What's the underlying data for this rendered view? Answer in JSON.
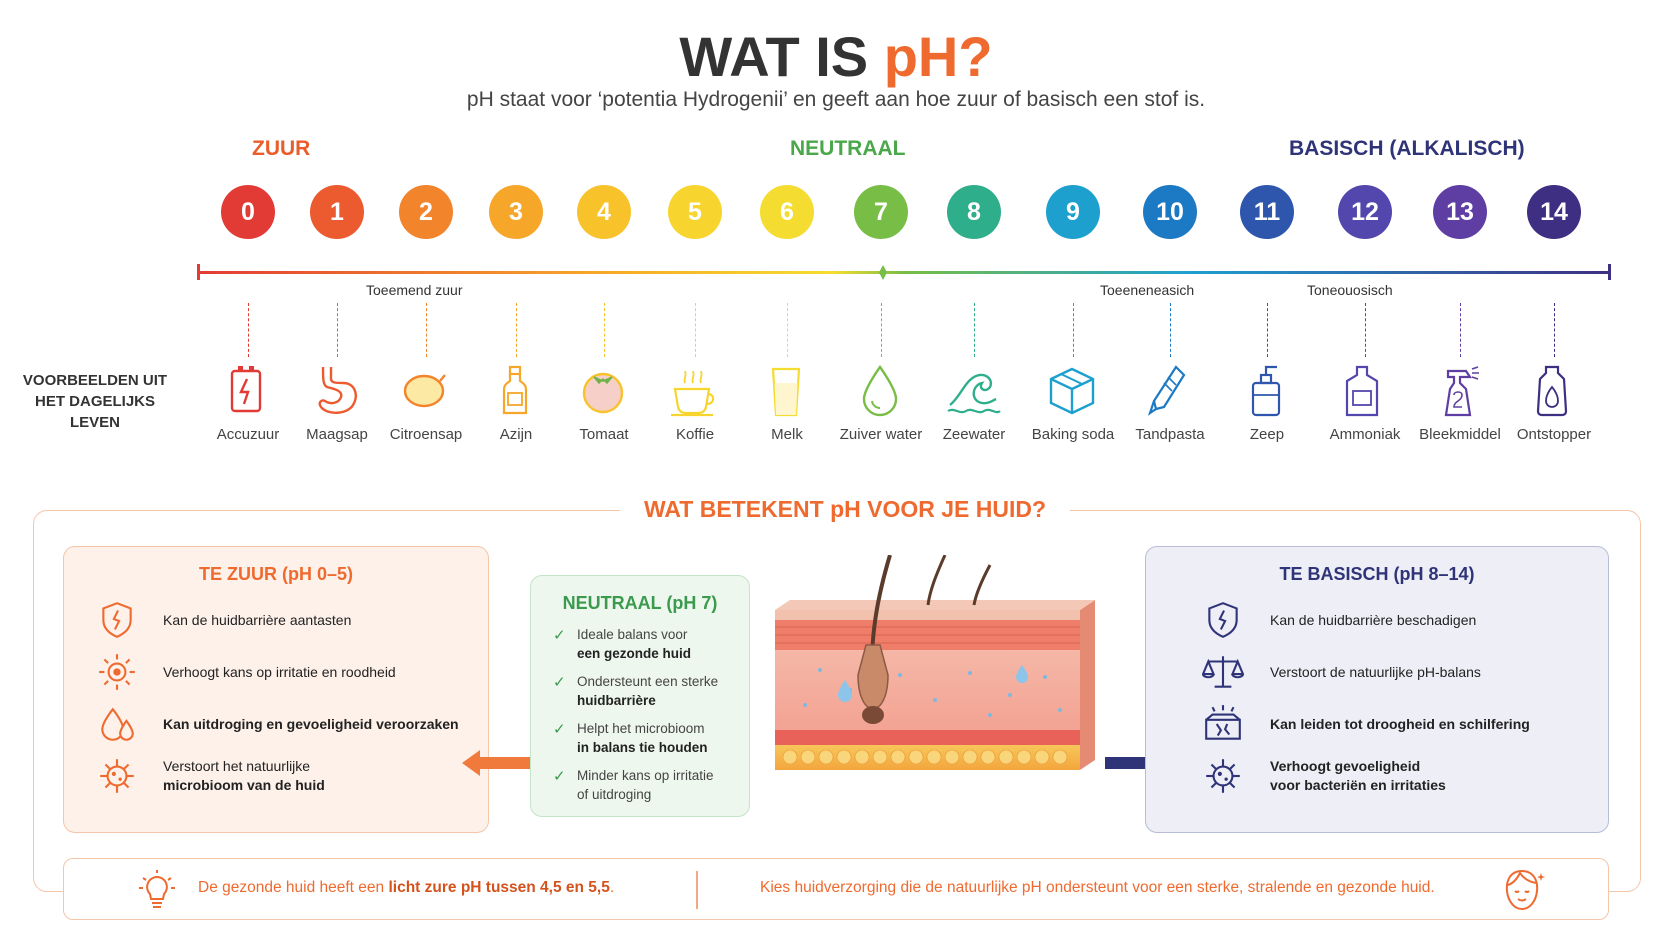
{
  "header": {
    "title_main": "WAT IS ",
    "title_accent": "pH?",
    "subtitle": "pH staat voor ‘potentia Hydrogenii’ en geeft aan hoe zuur of basisch een stof is."
  },
  "categories": {
    "acid": "ZUUR",
    "neutral": "NEUTRAAL",
    "base": "BASISCH (ALKALISCH)"
  },
  "trends": {
    "acid": "Toeemend zuur",
    "base1": "Toeeneneasich",
    "base2": "Toneouosisch"
  },
  "examples_label": "VOORBEELDEN UIT HET DAGELIJKS LEVEN",
  "scale": [
    {
      "ph": "0",
      "color": "#e23b35",
      "example": "Accuzuur",
      "icon": "battery-icon"
    },
    {
      "ph": "1",
      "color": "#ec5a30",
      "example": "Maagsap",
      "icon": "stomach-icon"
    },
    {
      "ph": "2",
      "color": "#f2842c",
      "example": "Citroensap",
      "icon": "lemon-icon"
    },
    {
      "ph": "3",
      "color": "#f6a628",
      "example": "Azijn",
      "icon": "bottle-icon"
    },
    {
      "ph": "4",
      "color": "#f8c22a",
      "example": "Tomaat",
      "icon": "tomato-icon"
    },
    {
      "ph": "5",
      "color": "#f8d42e",
      "example": "Koffie",
      "icon": "coffee-icon"
    },
    {
      "ph": "6",
      "color": "#f4dd30",
      "example": "Melk",
      "icon": "milk-glass-icon"
    },
    {
      "ph": "7",
      "color": "#78bd45",
      "example": "Zuiver water",
      "icon": "water-drop-icon"
    },
    {
      "ph": "8",
      "color": "#2fae8c",
      "example": "Zeewater",
      "icon": "wave-icon"
    },
    {
      "ph": "9",
      "color": "#1ea0cf",
      "example": "Baking soda",
      "icon": "box-icon"
    },
    {
      "ph": "10",
      "color": "#1c79c3",
      "example": "Tandpasta",
      "icon": "toothpaste-icon"
    },
    {
      "ph": "11",
      "color": "#2e56ad",
      "example": "Zeep",
      "icon": "soap-pump-icon"
    },
    {
      "ph": "12",
      "color": "#5347ad",
      "example": "Ammoniak",
      "icon": "jug-icon"
    },
    {
      "ph": "13",
      "color": "#5e3ea2",
      "example": "Bleekmiddel",
      "icon": "spray-bottle-icon"
    },
    {
      "ph": "14",
      "color": "#3f2f82",
      "example": "Ontstopper",
      "icon": "drain-cleaner-icon"
    }
  ],
  "skin": {
    "title": "WAT BETEKENT pH VOOR JE HUID?",
    "acid": {
      "title": "TE ZUUR (pH 0–5)",
      "items": [
        {
          "icon": "cracked-shield-icon",
          "text": "Kan de huidbarrière aantasten"
        },
        {
          "icon": "irritation-icon",
          "text": "Verhoogt kans op irritatie en roodheid"
        },
        {
          "icon": "droplets-icon",
          "text": "Kan uitdroging en gevoeligheid veroorzaken"
        },
        {
          "icon": "microbe-icon",
          "text": "Verstoort het natuurlijke",
          "text2": "microbioom van de huid"
        }
      ]
    },
    "neutral": {
      "title": "NEUTRAAL (pH 7)",
      "items": [
        {
          "a": "Ideale balans voor",
          "b": "een gezonde huid"
        },
        {
          "a": "Ondersteunt een sterke",
          "b": "huidbarrière"
        },
        {
          "a": "Helpt het microbioom",
          "b": "in balans tie houden"
        },
        {
          "a": "Minder kans op irritatie",
          "b": "of uitdroging"
        }
      ]
    },
    "base": {
      "title": "TE BASISCH (pH 8–14)",
      "items": [
        {
          "icon": "cracked-shield-icon",
          "text": "Kan de huidbarrière beschadigen"
        },
        {
          "icon": "scale-balance-icon",
          "text": "Verstoort de natuurlijke pH-balans"
        },
        {
          "icon": "dry-skin-icon",
          "text": "Kan leiden tot droogheid en schilfering"
        },
        {
          "icon": "bacteria-icon",
          "text": "Verhoogt gevoeligheid",
          "text2": "voor bacteriën en irritaties"
        }
      ]
    }
  },
  "footer": {
    "left_pre": "De gezonde huid heeft een ",
    "left_bold": "licht zure pH tussen 4,5 en 5,5",
    "left_post": ".",
    "right": "Kies huidverzorging die de natuurlijke pH ondersteunt voor een sterke, stralende en gezonde huid."
  },
  "colors": {
    "accent": "#ef6a2f",
    "neutral_green": "#3a9a4d",
    "base_navy": "#2f3478"
  }
}
